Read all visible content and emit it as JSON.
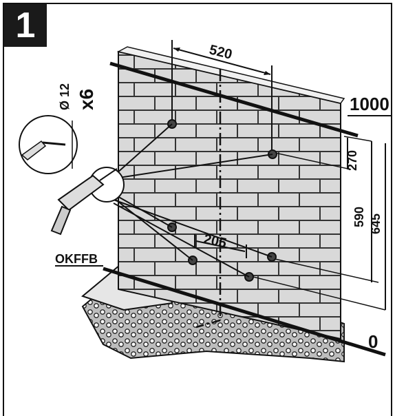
{
  "step": {
    "number": "1"
  },
  "drill": {
    "diameter_label": "Ø 12",
    "quantity_label": "x6"
  },
  "dimensions": {
    "horizontal_top": "520",
    "horizontal_mid": "205",
    "height_top_line": "1000",
    "height_offset": "270",
    "height_590": "590",
    "height_645": "645",
    "floor_level": "0"
  },
  "floor_label": "OKFFB",
  "colors": {
    "brick": "#d9d9d9",
    "mortar": "#333333",
    "line": "#111111",
    "floor": "#cfcfcf"
  }
}
